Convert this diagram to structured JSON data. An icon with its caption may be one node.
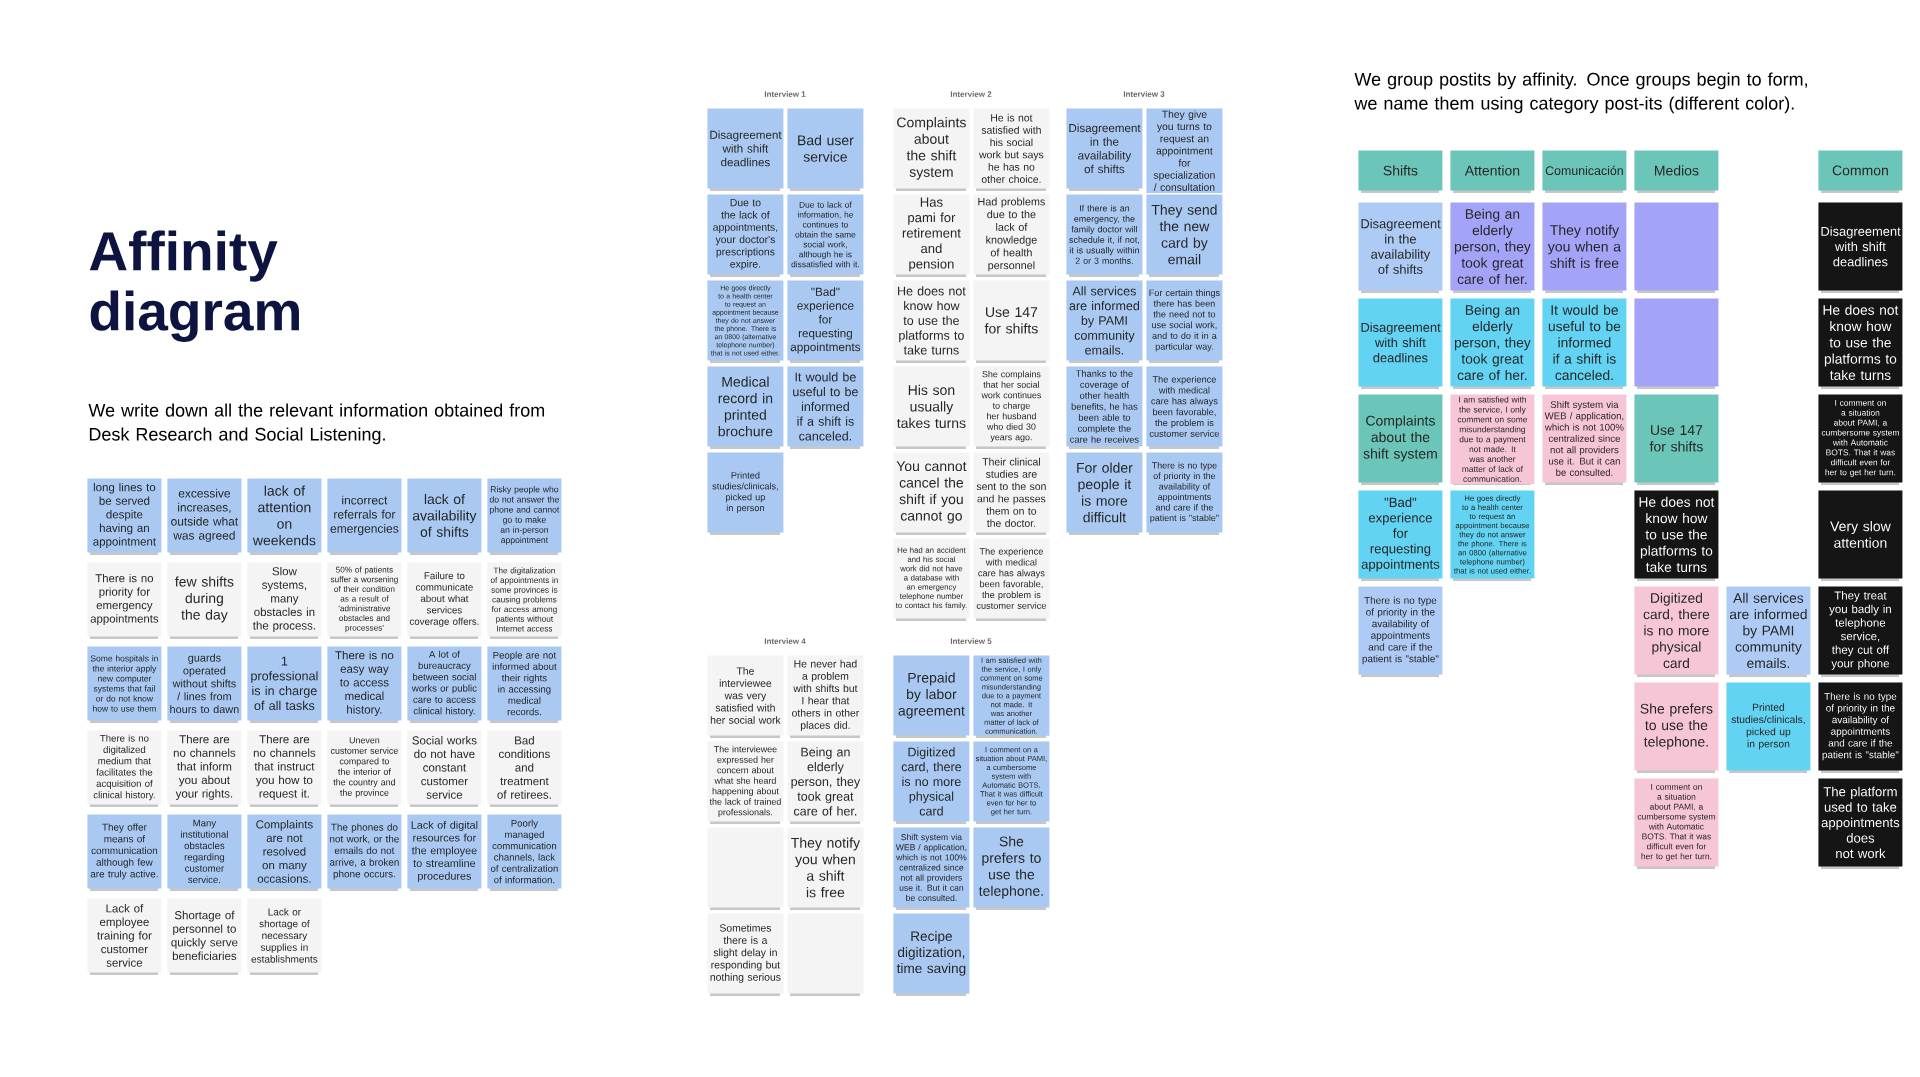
{
  "diagram": {
    "title": "Affinity diagram",
    "nodes": [
      {
        "text": [
          "long lines to be served despite having an appointment"
        ]
      },
      {
        "text": [
          "excessive increases, outside what was agreed"
        ]
      },
      {
        "text": [
          "lack of attention on weekends"
        ]
      },
      {
        "text": [
          "incorrect referrals for emergencies"
        ]
      },
      {
        "text": [
          "lack of availability of shifts"
        ]
      },
      {
        "text": [
          "Risky people who do not answer the phone and cannot go to make an in-person appointment"
        ]
      },
      {
        "text": [
          "There is no priority for emergency appointments"
        ]
      },
      {
        "text": [
          "few shifts during the day"
        ]
      },
      {
        "text": [
          "Slow systems, many obstacles in the process."
        ]
      },
      {
        "text": [
          "50% of patients suffer a worsening of their condition as a result of 'administrative obstacles and processes'"
        ]
      },
      {
        "text": [
          "Failure to communicate about what services coverage offers."
        ]
      },
      {
        "text": [
          "The digitalization of appointments in some provinces is causing problems for access among patients without Internet access"
        ]
      },
      {
        "text": [
          "Some hospitals in the interior apply new computer systems that fail or do not know how to use them"
        ]
      },
      {
        "text": [
          "guards operated without shifts / lines from hours to dawn"
        ]
      },
      {
        "text": [
          "1 professional is in charge of all tasks"
        ]
      },
      {
        "text": [
          "There is no easy way to access medical history."
        ]
      },
      {
        "text": [
          "A lot of bureaucracy between social works or public care to access clinical history."
        ]
      },
      {
        "text": [
          "People are not informed about their rights in accessing medical records."
        ]
      },
      {
        "text": [
          "There is no digitalized medium that facilitates the acquisition of clinical history."
        ]
      },
      {
        "text": [
          "There are no channels that inform you about your rights."
        ]
      },
      {
        "text": [
          "There are no channels that instruct you how to request it."
        ]
      },
      {
        "text": [
          "Uneven customer service compared to the interior of the country and the province"
        ]
      },
      {
        "text": [
          "Social works do not have constant customer service"
        ]
      },
      {
        "text": [
          "Bad conditions and treatment of retirees."
        ]
      },
      {
        "text": [
          "They offer means of communication although few are truly active."
        ]
      },
      {
        "text": [
          "Many institutional obstacles regarding customer service."
        ]
      },
      {
        "text": [
          "Complaints are not resolved on many occasions."
        ]
      },
      {
        "text": [
          "The phones do not work, or the emails do not arrive, a broken phone occurs."
        ]
      },
      {
        "text": [
          "Lack of digital resources for the employee to streamline procedures"
        ]
      },
      {
        "text": [
          "Poorly managed communication channels, lack of centralization of information."
        ]
      },
      {
        "text": [
          "Lack of employee training for customer service"
        ]
      },
      {
        "text": [
          "Shortage of personnel to quickly serve beneficiaries"
        ]
      },
      {
        "text": [
          "Lack or shortage of necessary supplies in establishments"
        ]
      },
      {
        "text": [
          "Disagreement with shift deadlines"
        ]
      },
      {
        "text": [
          "Bad user service"
        ]
      },
      {
        "text": [
          "Due to the lack of appointments, your doctor's prescriptions expire."
        ]
      },
      {
        "text": [
          "Due to lack of information, he continues to obtain the same social work, although he is dissatisfied with it."
        ]
      },
      {
        "text": [
          "He goes directly to a health center to request an appointment because they do not answer the phone. There is an 0800 (alternative telephone number) that is not used either."
        ]
      },
      {
        "text": [
          "\"Bad\" experience for requesting appointments"
        ]
      },
      {
        "text": [
          "Medical record in printed brochure"
        ]
      },
      {
        "text": [
          "It would be useful to be informed if a shift is canceled."
        ]
      },
      {
        "text": [
          "Printed studies/clinicals, picked up in person"
        ]
      },
      {
        "text": [
          "Complaints about the shift system"
        ]
      },
      {
        "text": [
          "He is not satisfied with his social work but says he has no other choice."
        ]
      },
      {
        "text": [
          "Has pami for retirement and pension"
        ]
      },
      {
        "text": [
          "Had problems due to the lack of knowledge of health personnel"
        ]
      },
      {
        "text": [
          "He does not know how to use the platforms to take turns"
        ]
      },
      {
        "text": [
          "Use 147 for shifts"
        ]
      },
      {
        "text": [
          "His son usually takes turns"
        ]
      },
      {
        "text": [
          "She complains that her social work continues to charge her husband who died 30 years ago."
        ]
      },
      {
        "text": [
          "You cannot cancel the shift if you cannot go"
        ]
      },
      {
        "text": [
          "Their clinical studies are sent to the son and he passes them on to the doctor."
        ]
      },
      {
        "text": [
          "He had an accident and his social work did not have a database with an emergency telephone number to contact his family."
        ]
      },
      {
        "text": [
          "The experience with medical care has always been favorable, the problem is customer service"
        ]
      },
      {
        "text": [
          "Disagreement in the availability of shifts"
        ]
      },
      {
        "text": [
          "They give you turns to request an appointment for specialization / consultation"
        ]
      },
      {
        "text": [
          "If there is an emergency, the family doctor will schedule it, if not, it is usually within 2 or 3 months."
        ]
      },
      {
        "text": [
          "They send the new card by email"
        ]
      },
      {
        "text": [
          "All services are informed by PAMI community emails."
        ]
      },
      {
        "text": [
          "For certain things there has been the need not to use social work, and to do it in a particular way."
        ]
      },
      {
        "text": [
          "Thanks to the coverage of other health benefits, he has been able to complete the care he receives"
        ]
      },
      {
        "text": [
          "The experience with medical care has always been favorable, the problem is customer service"
        ]
      },
      {
        "text": [
          "For older people it is more difficult"
        ]
      },
      {
        "text": [
          "There is no type of priority in the availability of appointments and care if the patient is \"stable\""
        ]
      },
      {
        "text": [
          "The interviewee was very satisfied with her social work"
        ]
      },
      {
        "text": [
          "He never had a problem with shifts but I hear that others in other places did."
        ]
      },
      {
        "text": [
          "The interviewee expressed her concern about what she heard happening about the lack of trained professionals."
        ]
      },
      {
        "text": [
          "Being an elderly person, they took great care of her."
        ]
      },
      {
        "text": [],
        "shape": "box"
      },
      {
        "text": [
          "They notify you when a shift is free"
        ]
      },
      {
        "text": [
          "Sometimes there is a slight delay in responding but nothing serious"
        ]
      },
      {
        "text": [],
        "shape": "box"
      },
      {
        "text": [
          "Prepaid by labor agreement"
        ]
      },
      {
        "text": [
          "I am satisfied with the service, I only comment on some misunderstanding due to a payment not made. It was another matter of lack of communication."
        ]
      },
      {
        "text": [
          "Digitized card, there is no more physical card"
        ]
      },
      {
        "text": [
          "I comment on a situation about PAMI, a cumbersome system with Automatic BOTS. That it was difficult even for her to get her turn."
        ]
      },
      {
        "text": [
          "Shift system via WEB / application, which is not 100% centralized since not all providers use it. But it can be consulted."
        ]
      },
      {
        "text": [
          "She prefers to use the telephone."
        ]
      },
      {
        "text": [
          "Recipe digitization, time saving"
        ]
      },
      {
        "text": [
          "Shifts"
        ]
      },
      {
        "text": [
          "Attention"
        ]
      },
      {
        "text": [
          "Comunicación"
        ]
      },
      {
        "text": [
          "Medios"
        ]
      },
      {
        "text": [
          "Common"
        ]
      },
      {
        "text": [
          "Disagreement in the availability of shifts"
        ]
      },
      {
        "text": [
          "Disagreement with shift deadlines"
        ]
      },
      {
        "text": [
          "Complaints about the shift system"
        ]
      },
      {
        "text": [
          "\"Bad\" experience for requesting appointments"
        ]
      },
      {
        "text": [
          "There is no type of priority in the availability of appointments and care if the patient is \"stable\""
        ]
      },
      {
        "text": [
          "Being an elderly person, they took great care of her."
        ]
      },
      {
        "text": [
          "Being an elderly person, they took great care of her."
        ]
      },
      {
        "text": [
          "I am satisfied with the service, I only comment on some misunderstanding due to a payment not made. It was another matter of lack of communication."
        ]
      },
      {
        "text": [
          "He goes directly to a health center to request an appointment because they do not answer the phone. There is an 0800 (alternative telephone number) that is not used either."
        ]
      },
      {
        "text": [
          "They notify you when a shift is free"
        ]
      },
      {
        "text": [
          "It would be useful to be informed if a shift is canceled."
        ]
      },
      {
        "text": [
          "Shift system via WEB / application, which is not 100% centralized since not all providers use it. But it can be consulted."
        ]
      },
      {
        "text": [],
        "shape": "box"
      },
      {
        "text": [],
        "shape": "box"
      },
      {
        "text": [
          "Use 147 for shifts"
        ]
      },
      {
        "text": [
          "He does not know how to use the platforms to take turns"
        ]
      },
      {
        "text": [
          "Digitized card, there is no more physical card"
        ]
      },
      {
        "text": [
          "She prefers to use the telephone."
        ]
      },
      {
        "text": [
          "I comment on a situation about PAMI, a cumbersome system with Automatic BOTS. That it was difficult even for her to get her turn."
        ]
      },
      {
        "text": [
          "All services are informed by PAMI community emails."
        ]
      },
      {
        "text": [
          "Printed studies/clinicals, picked up in person"
        ]
      },
      {
        "text": [
          "Disagreement with shift deadlines"
        ]
      },
      {
        "text": [
          "He does not know how to use the platforms to take turns"
        ]
      },
      {
        "text": [
          "I comment on a situation about PAMI, a cumbersome system with Automatic BOTS. That it was difficult even for her to get her turn."
        ]
      },
      {
        "text": [
          "Very slow attention"
        ]
      },
      {
        "text": [
          "They treat you badly in telephone service, they cut off your phone"
        ]
      },
      {
        "text": [
          "There is no type of priority in the availability of appointments and care if the patient is \"stable\""
        ]
      },
      {
        "text": [
          "The platform used to take appointments does not work"
        ]
      }
    ],
    "labels": [
      "We write down all the relevant information obtained from Desk Research and Social Listening.",
      "Interview 1",
      "Interview 2",
      "Interview 3",
      "Interview 4",
      "Interview 5",
      "We group postits by affinity. Once groups begin to form, we name them using category post-its (different color)."
    ]
  }
}
